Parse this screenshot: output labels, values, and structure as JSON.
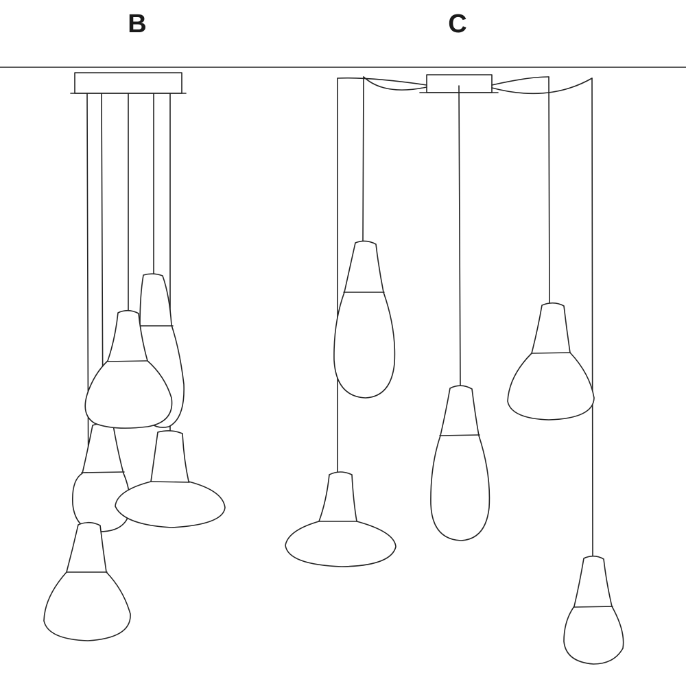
{
  "diagram": {
    "variants": [
      {
        "id": "b",
        "label": "B"
      },
      {
        "id": "c",
        "label": "C"
      }
    ],
    "line_color": "#222222",
    "background": "#ffffff"
  }
}
